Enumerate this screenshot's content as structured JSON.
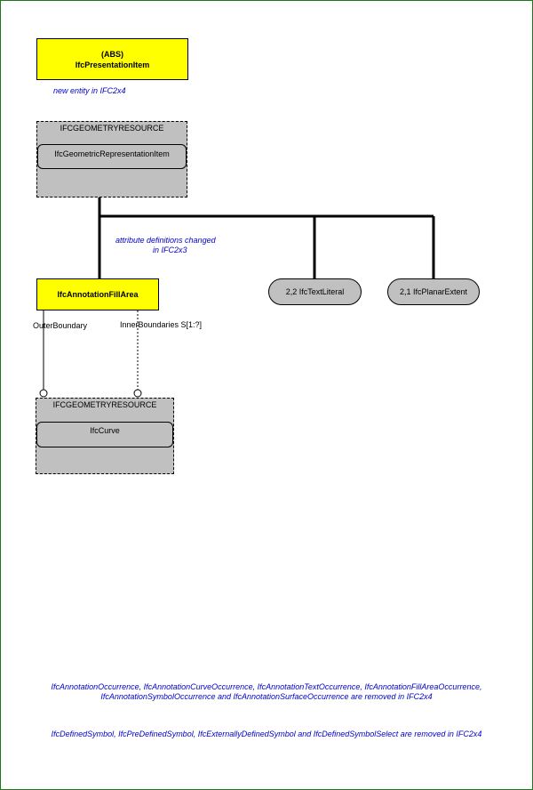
{
  "presentation_item": {
    "abs": "(ABS)",
    "name": "IfcPresentationItem"
  },
  "note_new_entity": "new entity in IFC2x4",
  "geometry_resource_top": {
    "schema": "IFCGEOMETRYRESOURCE",
    "entity": "IfcGeometricRepresentationItem"
  },
  "note_attr_changed": {
    "line1": "attribute definitions changed",
    "line2": "in IFC2x3"
  },
  "annotation_fill_area": {
    "name": "IfcAnnotationFillArea"
  },
  "text_literal": "2,2 IfcTextLiteral",
  "planar_extent": "2,1 IfcPlanarExtent",
  "outer_boundary_label": "OuterBoundary",
  "inner_boundaries_label": "InnerBoundaries S[1:?]",
  "geometry_resource_bottom": {
    "schema": "IFCGEOMETRYRESOURCE",
    "entity": "IfcCurve"
  },
  "footer_note_1": {
    "line1": "IfcAnnotationOccurrence, IfcAnnotationCurveOccurrence, IfcAnnotationTextOccurrence, IfcAnnotationFillAreaOccurrence,",
    "line2": "IfcAnnotationSymbolOccurrence and IfcAnnotationSurfaceOccurrence are removed in IFC2x4"
  },
  "footer_note_2": "IfcDefinedSymbol, IfcPreDefinedSymbol, IfcExternallyDefinedSymbol and IfcDefinedSymbolSelect are removed in IFC2x4",
  "colors": {
    "entity_fill": "#ffff00",
    "schema_fill": "#c0c0c0",
    "note_text": "#0000cc",
    "frame": "#1a7a1a"
  }
}
